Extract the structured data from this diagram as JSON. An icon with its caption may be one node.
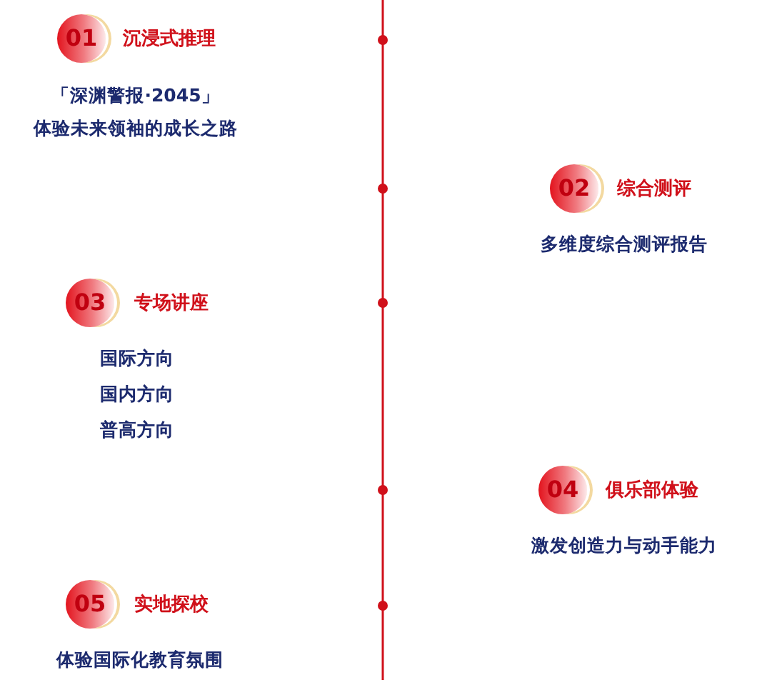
{
  "diagram": {
    "nodes": [
      {
        "text": [
          "01"
        ],
        "beside": [
          "沉浸式推理",
          "「深渊警报·2045」",
          "体验未来领袖的成长之路"
        ]
      },
      {
        "text": [
          "02"
        ],
        "beside": [
          "综合测评",
          "多维度综合测评报告"
        ]
      },
      {
        "text": [
          "03"
        ],
        "beside": [
          "专场讲座",
          "国际方向",
          "国内方向",
          "普高方向"
        ]
      },
      {
        "text": [
          "04"
        ],
        "beside": [
          "俱乐部体验",
          "激发创造力与动手能力"
        ]
      },
      {
        "text": [
          "05"
        ],
        "beside": [
          "实地探校",
          "体验国际化教育氛围"
        ]
      }
    ]
  }
}
